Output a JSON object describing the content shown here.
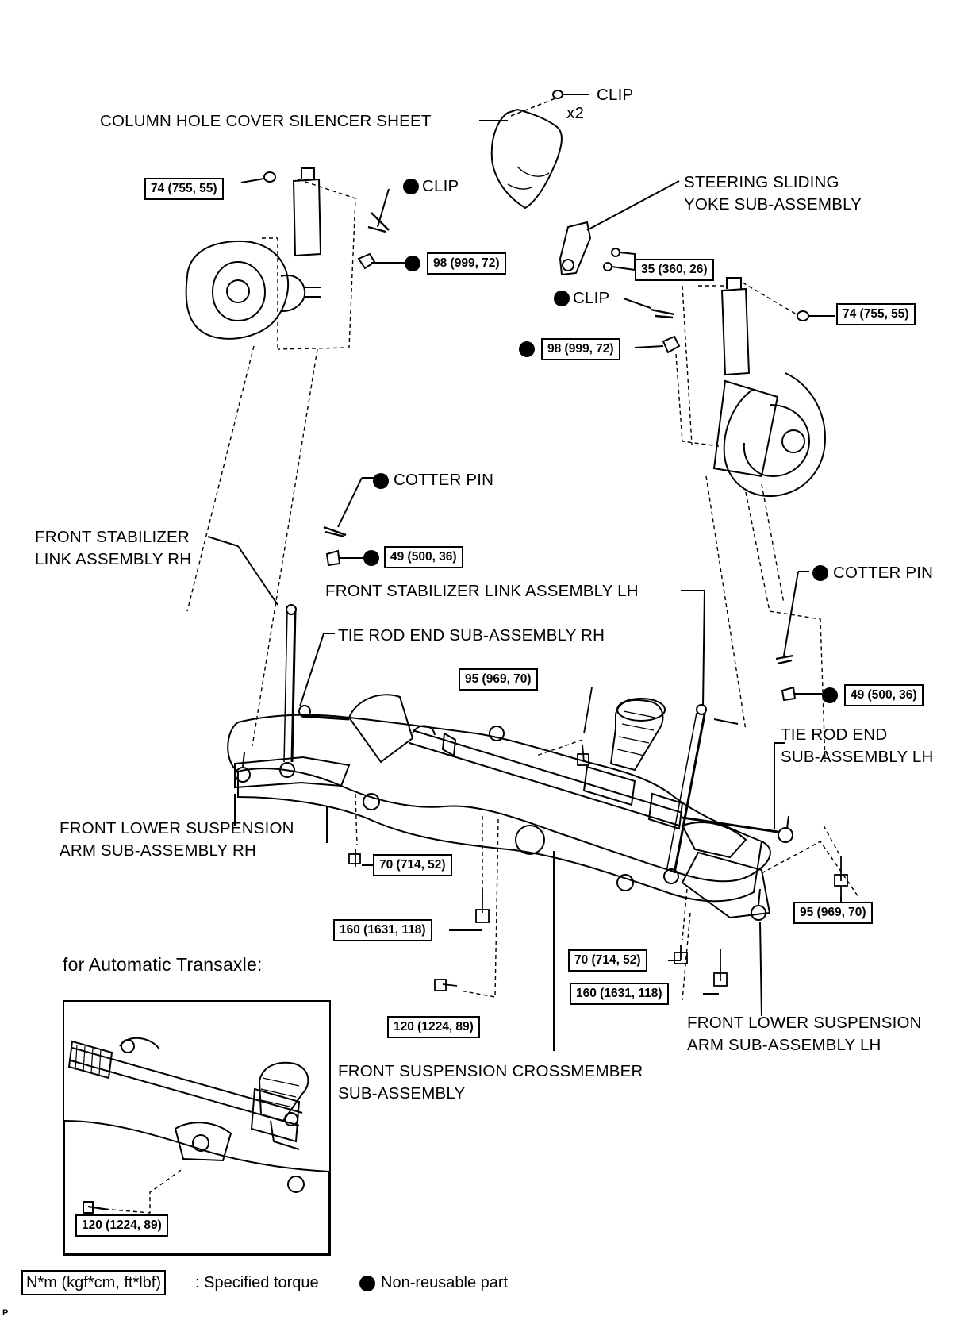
{
  "labels": {
    "clip_top": "CLIP",
    "clip_qty": "x2",
    "column_hole_cover": "COLUMN HOLE COVER SILENCER SHEET",
    "clip_rh": "CLIP",
    "steering_yoke_l1": "STEERING SLIDING",
    "steering_yoke_l2": "YOKE SUB-ASSEMBLY",
    "clip_lh": "CLIP",
    "cotter_pin_rh": "COTTER PIN",
    "stab_link_rh_l1": "FRONT STABILIZER",
    "stab_link_rh_l2": "LINK ASSEMBLY RH",
    "cotter_pin_lh": "COTTER PIN",
    "stab_link_lh": "FRONT STABILIZER LINK ASSEMBLY LH",
    "tie_rod_rh": "TIE ROD END SUB-ASSEMBLY RH",
    "tie_rod_lh_l1": "TIE ROD END",
    "tie_rod_lh_l2": "SUB-ASSEMBLY LH",
    "lower_arm_rh_l1": "FRONT LOWER SUSPENSION",
    "lower_arm_rh_l2": "ARM SUB-ASSEMBLY RH",
    "automatic_transaxle": "for Automatic Transaxle:",
    "lower_arm_lh_l1": "FRONT LOWER SUSPENSION",
    "lower_arm_lh_l2": "ARM SUB-ASSEMBLY LH",
    "crossmember_l1": "FRONT SUSPENSION CROSSMEMBER",
    "crossmember_l2": "SUB-ASSEMBLY"
  },
  "torques": {
    "t74_rh": "74 (755, 55)",
    "t98_rh": "98 (999, 72)",
    "t35": "35 (360, 26)",
    "t74_lh": "74 (755, 55)",
    "t98_lh": "98 (999, 72)",
    "t49_rh": "49 (500, 36)",
    "t49_lh": "49 (500, 36)",
    "t95_top": "95 (969, 70)",
    "t95_right": "95 (969, 70)",
    "t70_left": "70 (714, 52)",
    "t160_left": "160 (1631, 118)",
    "t70_right": "70 (714, 52)",
    "t160_right": "160 (1631, 118)",
    "t120_main": "120 (1224, 89)",
    "t120_inset": "120 (1224, 89)"
  },
  "legend": {
    "torque_unit": "N*m (kgf*cm, ft*lbf)",
    "torque_desc": ": Specified torque",
    "nonreusable_desc": "Non-reusable part",
    "corner_mark": "P"
  }
}
